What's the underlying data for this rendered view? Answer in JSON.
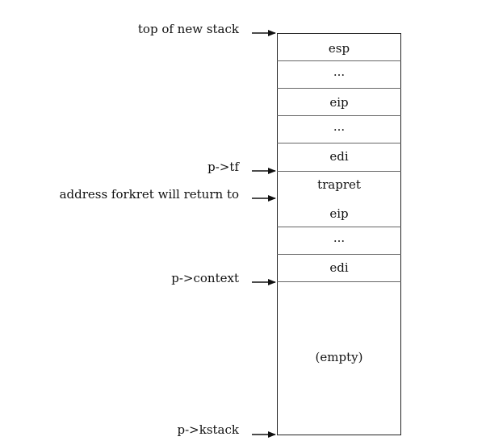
{
  "stack": {
    "cells": [
      "esp",
      "...",
      "eip",
      "...",
      "edi",
      "trapret",
      "eip",
      "...",
      "edi"
    ],
    "empty_label": "(empty)"
  },
  "pointers": {
    "top": "top of new stack",
    "tf": "p->tf",
    "forkret": "address forkret will return to",
    "context": "p->context",
    "kstack": "p->kstack"
  }
}
